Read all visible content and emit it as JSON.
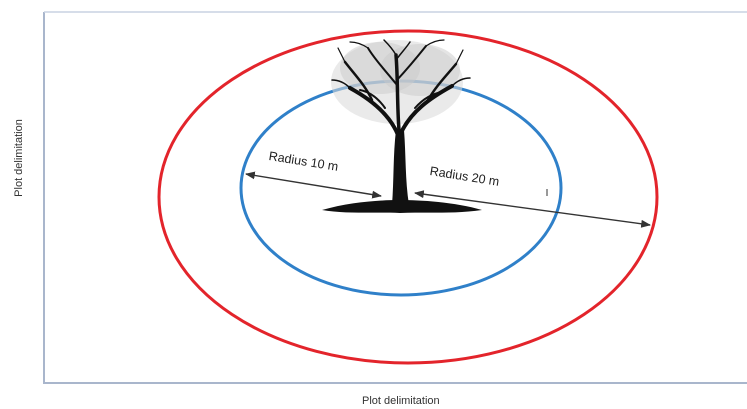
{
  "axes": {
    "x_label": "Plot delimitation",
    "y_label": "Plot delimitation"
  },
  "circles": [
    {
      "name": "inner-circle",
      "label": "Radius 10 m",
      "color": "#2f80c9"
    },
    {
      "name": "outer-circle",
      "label": "Radius 20 m",
      "color": "#e3242b"
    }
  ],
  "colors": {
    "plot_border": "#a9b6cc",
    "tree": "#111111",
    "arrow": "#333333"
  },
  "icons": {
    "center": "tree-icon"
  }
}
